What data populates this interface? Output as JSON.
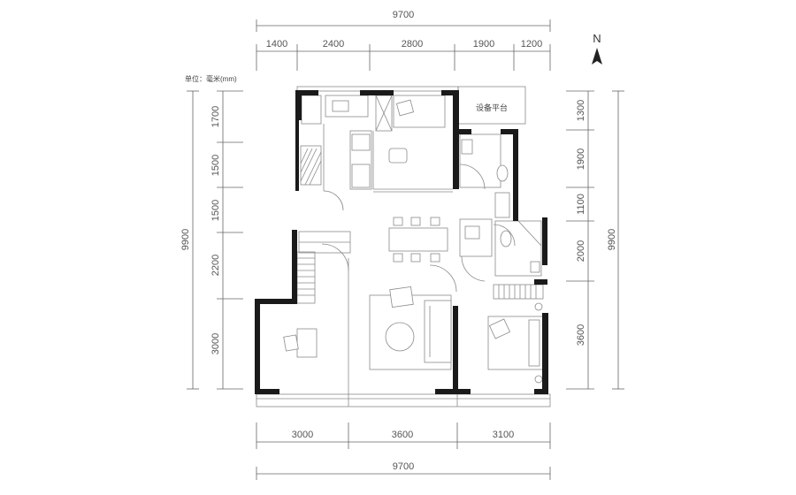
{
  "unit_label": "单位：毫米(mm)",
  "north_label": "N",
  "room_label_platform": "设备平台",
  "dims": {
    "top_total": "9700",
    "top_segments": [
      "1400",
      "2400",
      "2800",
      "1900",
      "1200"
    ],
    "left_segments": [
      "1700",
      "1500",
      "1500",
      "2200",
      "3000"
    ],
    "left_total": "9900",
    "right_segments": [
      "1300",
      "1900",
      "1100",
      "2000",
      "3600"
    ],
    "right_total": "9900",
    "bottom_segments": [
      "3000",
      "3600",
      "3100"
    ],
    "bottom_total": "9700"
  }
}
